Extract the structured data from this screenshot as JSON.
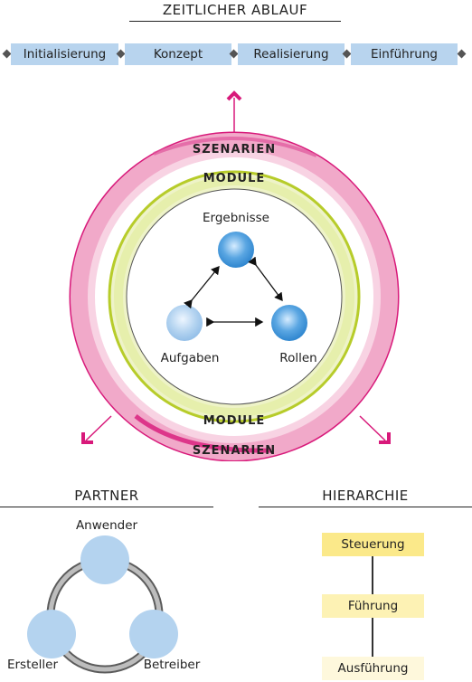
{
  "timeline": {
    "title": "ZEITLICHER ABLAUF",
    "phases": [
      "Initialisierung",
      "Konzept",
      "Realisierung",
      "Einführung"
    ]
  },
  "rings": {
    "outer_top": "SZENARIEN",
    "outer_bottom": "SZENARIEN",
    "middle_top": "MODULE",
    "middle_bottom": "MODULE"
  },
  "triangle": {
    "top": "Ergebnisse",
    "left": "Aufgaben",
    "right": "Rollen"
  },
  "partner": {
    "title": "PARTNER",
    "top": "Anwender",
    "left": "Ersteller",
    "right": "Betreiber"
  },
  "hierarchy": {
    "title": "HIERARCHIE",
    "levels": [
      "Steuerung",
      "Führung",
      "Ausführung"
    ]
  },
  "colors": {
    "phase_fill": "#b8d4ee",
    "magenta": "#d8197a",
    "pink_ring": "#f1a9c9",
    "lime": "#b7cc2a",
    "lime_fill": "#eef3c8",
    "blue_dark": "#3f93d6",
    "blue_light": "#a9cbee",
    "partner_blue": "#b4d3ef",
    "yellow_strong": "#fbe98a",
    "yellow_mid": "#fdf2b4",
    "yellow_light": "#fef8dc"
  }
}
